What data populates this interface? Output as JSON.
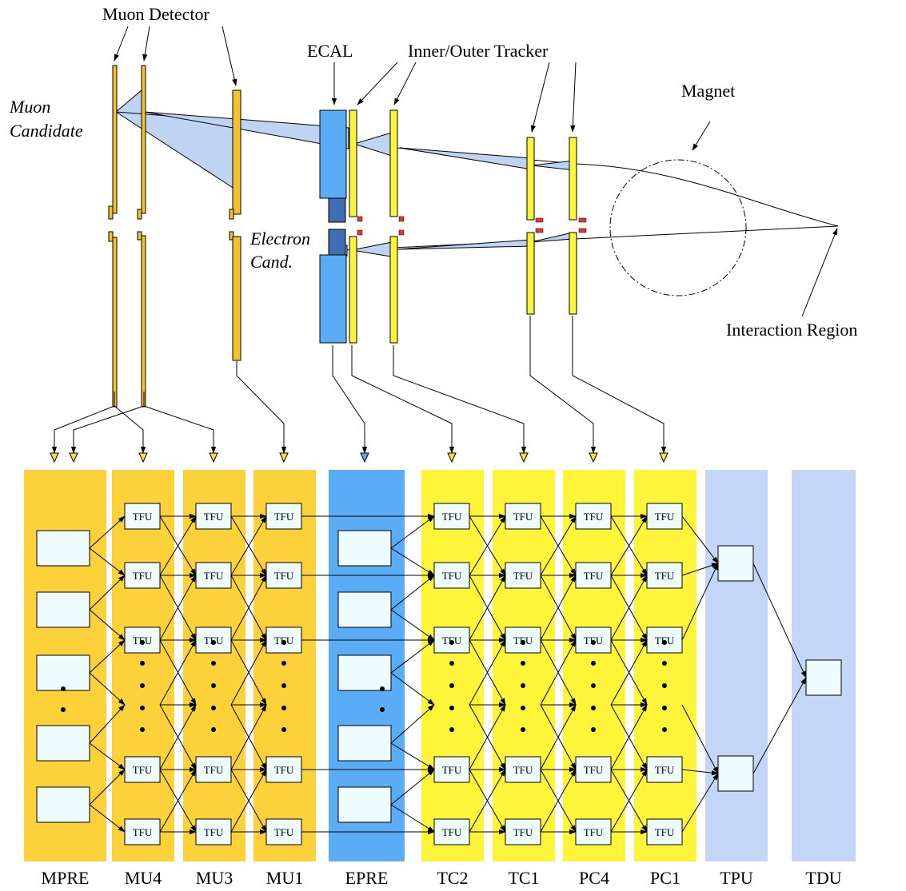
{
  "labels": {
    "muon_detector": "Muon Detector",
    "ecal": "ECAL",
    "inner_outer_tracker": "Inner/Outer Tracker",
    "magnet": "Magnet",
    "muon_candidate_1": "Muon",
    "muon_candidate_2": "Candidate",
    "electron_cand_1": "Electron",
    "electron_cand_2": "Cand.",
    "interaction_region": "Interaction Region"
  },
  "node_label": "TFU",
  "columns": [
    {
      "name": "MPRE",
      "color": "#fdd13a"
    },
    {
      "name": "MU4",
      "color": "#fdd13a"
    },
    {
      "name": "MU3",
      "color": "#fdd13a"
    },
    {
      "name": "MU1",
      "color": "#fdd13a"
    },
    {
      "name": "EPRE",
      "color": "#5aacf5"
    },
    {
      "name": "TC2",
      "color": "#fef43a"
    },
    {
      "name": "TC1",
      "color": "#fef43a"
    },
    {
      "name": "PC4",
      "color": "#fef43a"
    },
    {
      "name": "PC1",
      "color": "#fef43a"
    },
    {
      "name": "TPU",
      "color": "#c3d6f7"
    },
    {
      "name": "TDU",
      "color": "#c3d6f7"
    }
  ],
  "colors": {
    "muon_station": "#f3c232",
    "tracker_station": "#fdf53d",
    "ecal": "#5aacf5",
    "ecal_dark": "#3f6fb0",
    "cone": "#bfd3f2",
    "hit": "#e03a2f",
    "node_fill": "#eefcff"
  }
}
